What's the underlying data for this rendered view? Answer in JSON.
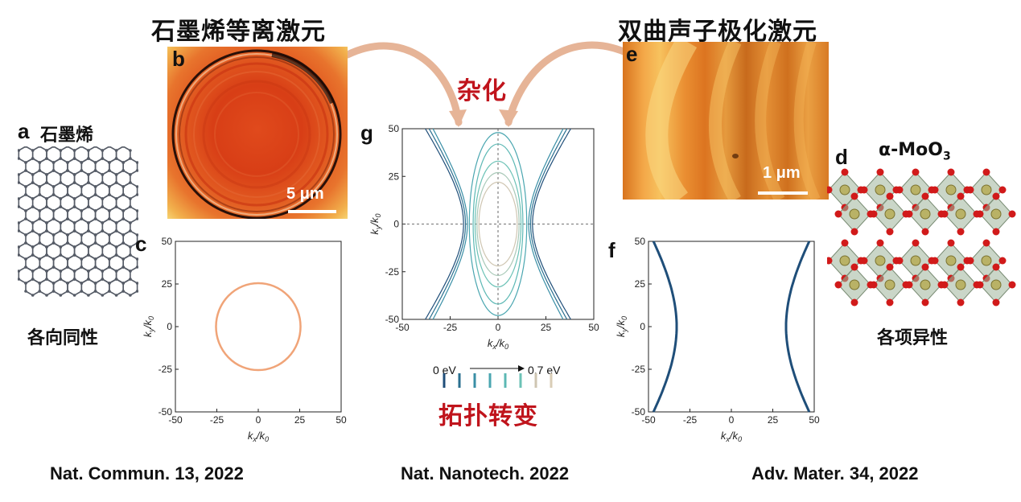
{
  "titles": {
    "graphene_plasmon": "石墨烯等离激元",
    "hyperbolic_phonon": "双曲声子极化激元",
    "hybridization": "杂化",
    "topological_transition": "拓扑转变"
  },
  "panels": {
    "a": {
      "letter": "a",
      "label": "石墨烯",
      "property": "各向同性"
    },
    "b": {
      "letter": "b",
      "scale": "5 μm"
    },
    "c": {
      "letter": "c"
    },
    "d": {
      "letter": "d",
      "label": "α-MoO",
      "label_sub": "3",
      "property": "各项异性"
    },
    "e": {
      "letter": "e",
      "scale": "1 μm"
    },
    "f": {
      "letter": "f"
    },
    "g": {
      "letter": "g",
      "energy_start": "0 eV",
      "energy_end": "0.7 eV"
    }
  },
  "axis_text": {
    "xlabel": "k",
    "xsub": "x",
    "ylabel": "k",
    "ysub": "y",
    "ref": "k",
    "refsub": "0",
    "ticks": [
      "-50",
      "-25",
      "0",
      "25",
      "50"
    ]
  },
  "references": {
    "left": "Nat. Commun. 13, 2022",
    "center": "Nat. Nanotech. 2022",
    "right": "Adv. Mater. 34, 2022"
  },
  "colors": {
    "accent_red": "#c0141c",
    "arrow": "#e6b497",
    "circle": "#f0a478",
    "hyperbola": "#1f4e79"
  },
  "chart_data": [
    {
      "id": "c",
      "type": "line",
      "xlabel": "kx/k0",
      "ylabel": "ky/k0",
      "xlim": [
        -50,
        50
      ],
      "ylim": [
        -50,
        50
      ],
      "series": [
        {
          "shape": "circle",
          "radius": 25.5
        }
      ]
    },
    {
      "id": "f",
      "type": "line",
      "xlabel": "kx/k0",
      "ylabel": "ky/k0",
      "xlim": [
        -50,
        50
      ],
      "ylim": [
        -50,
        50
      ],
      "series": [
        {
          "shape": "hyperbola",
          "vertex": 33,
          "edge_x": 47
        }
      ]
    },
    {
      "id": "g",
      "type": "line",
      "xlabel": "kx/k0",
      "ylabel": "ky/k0",
      "xlim": [
        -50,
        50
      ],
      "ylim": [
        -50,
        50
      ],
      "energy_range": [
        "0 eV",
        "0.7 eV"
      ],
      "closed_contours": [
        {
          "a": 15,
          "b": 48,
          "color": "#4aa6b0"
        },
        {
          "a": 13,
          "b": 42,
          "color": "#5cb8b4"
        },
        {
          "a": 12,
          "b": 33,
          "color": "#6cc2b6"
        },
        {
          "a": 11,
          "b": 27,
          "color": "#a9c9b8"
        },
        {
          "a": 10,
          "b": 22,
          "color": "#cfc6b2"
        }
      ],
      "open_contours": [
        {
          "vertex": 18,
          "edge_x": 38,
          "color": "#1f4e79"
        },
        {
          "vertex": 17,
          "edge_x": 36,
          "color": "#2a6f8f"
        },
        {
          "vertex": 16,
          "edge_x": 34,
          "color": "#3a8fa6"
        }
      ],
      "colorbar": [
        "#1f4e79",
        "#2a6f8f",
        "#3a8fa6",
        "#4aa6b0",
        "#5cb8b4",
        "#6cc2b6",
        "#cfc6b2",
        "#d9cdb6"
      ]
    }
  ]
}
